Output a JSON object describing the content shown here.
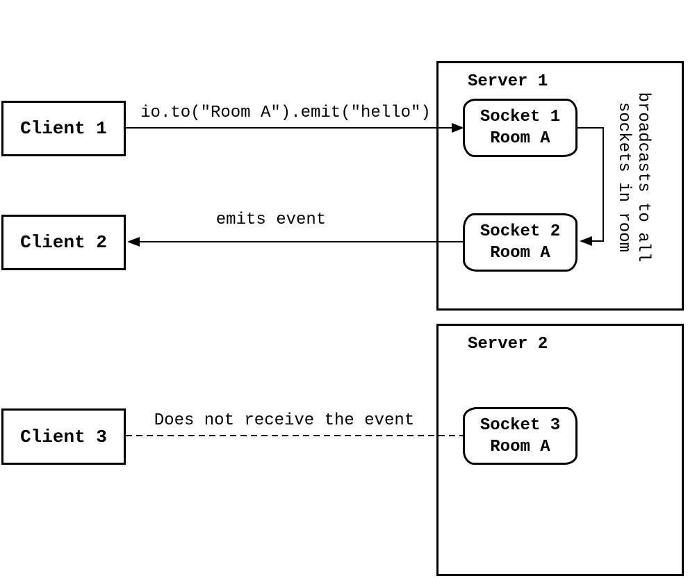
{
  "clients": [
    {
      "label": "Client 1"
    },
    {
      "label": "Client 2"
    },
    {
      "label": "Client 3"
    }
  ],
  "servers": [
    {
      "label": "Server 1",
      "sockets": [
        {
          "name": "Socket 1",
          "room": "Room A"
        },
        {
          "name": "Socket 2",
          "room": "Room A"
        }
      ]
    },
    {
      "label": "Server 2",
      "sockets": [
        {
          "name": "Socket 3",
          "room": "Room A"
        }
      ]
    }
  ],
  "labels": {
    "emit_call": "io.to(\"Room A\").emit(\"hello\")",
    "emits_event": "emits event",
    "not_received": "Does not receive the event",
    "broadcast_note": "broadcasts to all\nsockets in room"
  },
  "colors": {
    "stroke": "#000000",
    "background": "#ffffff"
  }
}
